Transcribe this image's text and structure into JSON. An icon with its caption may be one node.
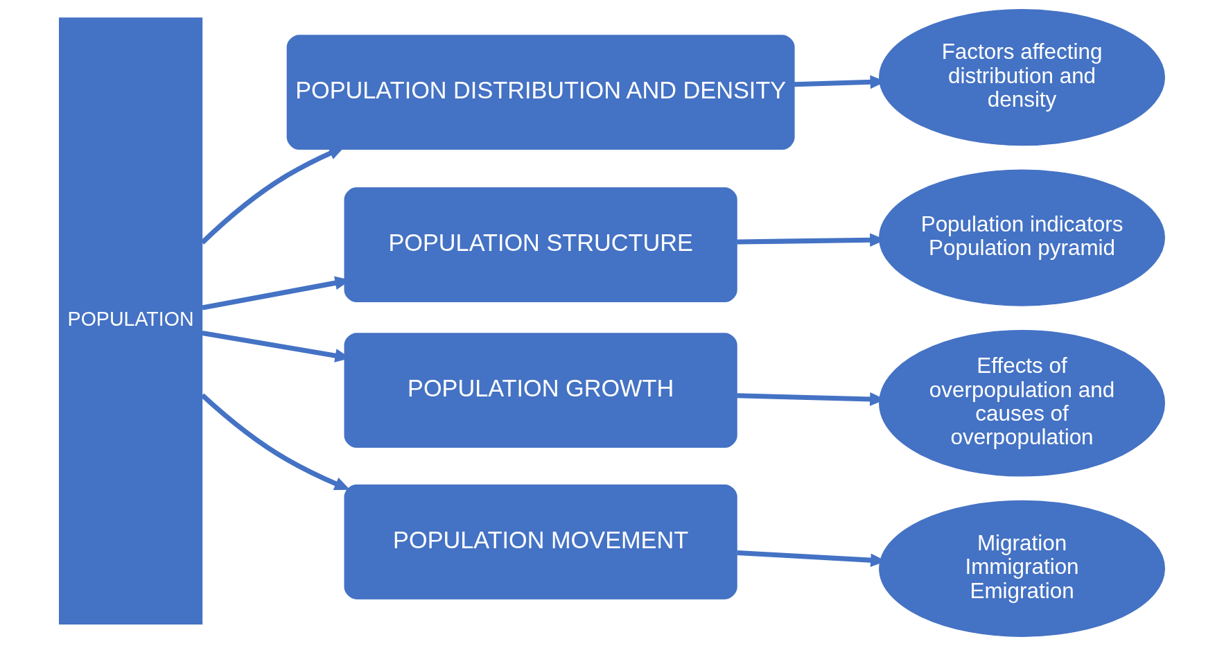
{
  "diagram": {
    "nodes": [
      {
        "text": [
          "POPULATION"
        ]
      },
      {
        "text": [
          "POPULATION DISTRIBUTION AND DENSITY"
        ]
      },
      {
        "text": [
          "POPULATION STRUCTURE"
        ]
      },
      {
        "text": [
          "POPULATION GROWTH"
        ]
      },
      {
        "text": [
          "POPULATION MOVEMENT"
        ]
      },
      {
        "text": [
          "Factors affecting distribution and density"
        ]
      },
      {
        "text": [
          "Population indicators",
          "Population pyramid"
        ]
      },
      {
        "text": [
          "Effects of overpopulation and causes of overpopulation"
        ]
      },
      {
        "text": [
          "Migration",
          "Immigration",
          "Emigration"
        ]
      }
    ],
    "edges": [
      {
        "from": 0,
        "to": 1,
        "arrow": "to"
      },
      {
        "from": 0,
        "to": 2,
        "arrow": "to"
      },
      {
        "from": 0,
        "to": 3,
        "arrow": "to"
      },
      {
        "from": 0,
        "to": 4,
        "arrow": "to"
      },
      {
        "from": 1,
        "to": 5,
        "arrow": "to"
      },
      {
        "from": 2,
        "to": 6,
        "arrow": "to"
      },
      {
        "from": 3,
        "to": 7,
        "arrow": "to"
      },
      {
        "from": 4,
        "to": 8,
        "arrow": "to"
      }
    ]
  }
}
